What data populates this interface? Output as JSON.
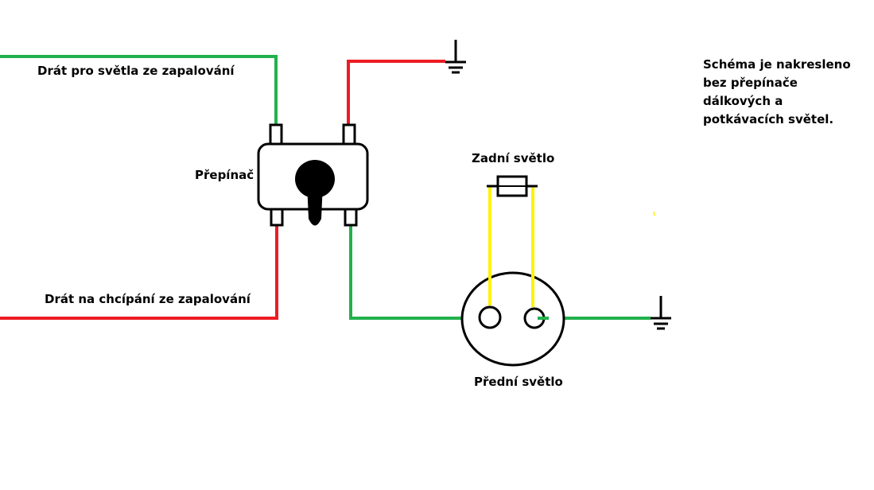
{
  "labels": {
    "ignition_lights_wire": "Drát pro světla ze zapalování",
    "ignition_kill_wire": "Drát na chcípání ze zapalování",
    "switch": "Přepínač",
    "rear_light": "Zadní světlo",
    "front_light": "Přední světlo"
  },
  "note": {
    "lines": [
      "Schéma je nakresleno",
      "bez přepínače",
      "dálkových a",
      "potkávacích světel."
    ]
  },
  "colors": {
    "green_wire": "#22b14c",
    "red_wire": "#ed1c24",
    "yellow_wire": "#fff200",
    "outline": "#000000",
    "background": "#ffffff"
  }
}
